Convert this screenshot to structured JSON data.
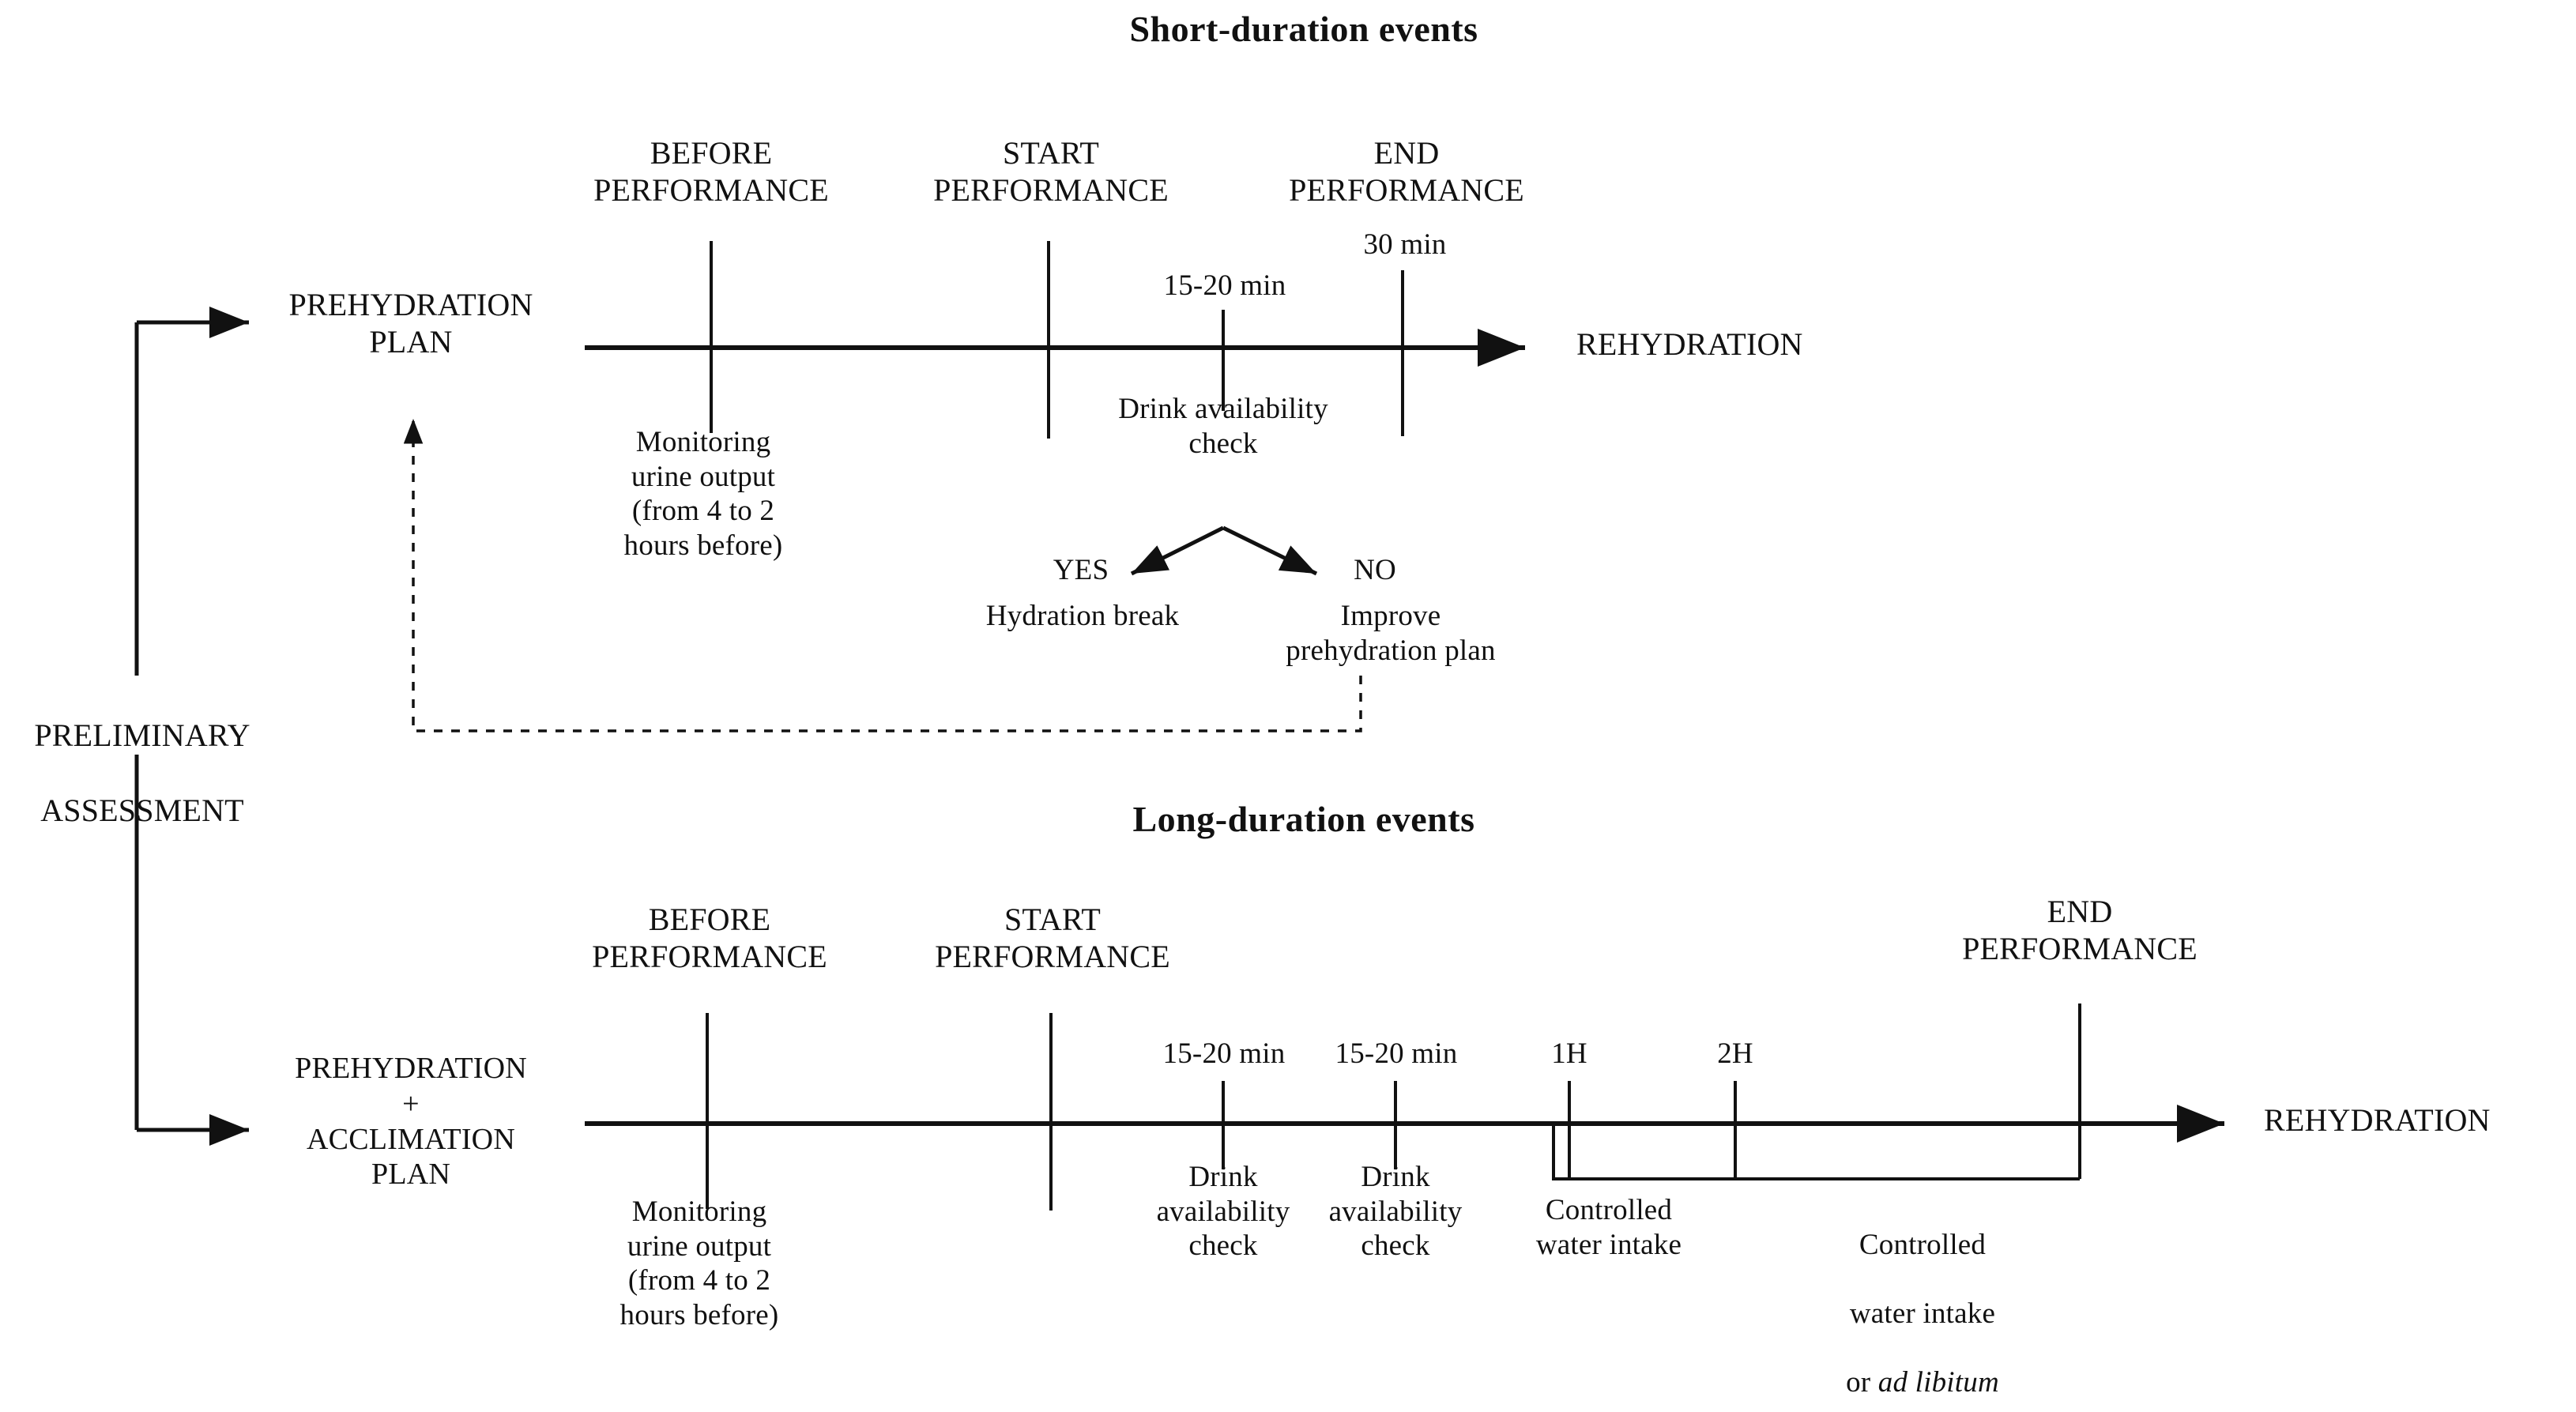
{
  "diagram": {
    "preliminary": {
      "line1": "PRELIMINARY",
      "line2": "ASSESSMENT"
    },
    "sections": [
      {
        "id": "short",
        "title": "Short-duration events",
        "plan": "PREHYDRATION\nPLAN",
        "end_label": "REHYDRATION",
        "milestones": [
          {
            "name": "before-performance",
            "label": "BEFORE\nPERFORMANCE"
          },
          {
            "name": "start-performance",
            "label": "START\nPERFORMANCE"
          },
          {
            "name": "interval-15-20",
            "label": "15-20 min"
          },
          {
            "name": "end-performance",
            "label": "END\nPERFORMANCE"
          },
          {
            "name": "interval-30",
            "label": "30 min"
          }
        ],
        "notes": [
          {
            "name": "monitoring-urine-output",
            "label": "Monitoring\nurine output\n(from 4 to 2\nhours before)"
          },
          {
            "name": "drink-availability-check",
            "label": "Drink availability\ncheck"
          }
        ],
        "decision": {
          "question": "Drink availability\ncheck",
          "yes": {
            "answer": "YES",
            "action": "Hydration break"
          },
          "no": {
            "answer": "NO",
            "action": "Improve\nprehydration plan"
          }
        }
      },
      {
        "id": "long",
        "title": "Long-duration events",
        "plan": "PREHYDRATION\n+\nACCLIMATION\nPLAN",
        "end_label": "REHYDRATION",
        "milestones": [
          {
            "name": "before-performance",
            "label": "BEFORE\nPERFORMANCE"
          },
          {
            "name": "start-performance",
            "label": "START\nPERFORMANCE"
          },
          {
            "name": "interval-15-20-first",
            "label": "15-20 min"
          },
          {
            "name": "interval-15-20-second",
            "label": "15-20 min"
          },
          {
            "name": "hour-1",
            "label": "1H"
          },
          {
            "name": "hour-2",
            "label": "2H"
          },
          {
            "name": "end-performance",
            "label": "END\nPERFORMANCE"
          }
        ],
        "notes": [
          {
            "name": "monitoring-urine-output",
            "label": "Monitoring\nurine output\n(from 4 to 2\nhours before)"
          },
          {
            "name": "drink-availability-check-first",
            "label": "Drink\navailability\ncheck"
          },
          {
            "name": "drink-availability-check-second",
            "label": "Drink\navailability\ncheck"
          },
          {
            "name": "controlled-water-intake",
            "label": "Controlled\nwater intake"
          },
          {
            "name": "controlled-water-intake-ad-libitum",
            "line1": "Controlled",
            "line2": "water intake",
            "line3_prefix": "or ",
            "line3_italic": "ad libitum"
          }
        ]
      }
    ],
    "colors": {
      "ink": "#111111",
      "background": "#ffffff"
    }
  }
}
